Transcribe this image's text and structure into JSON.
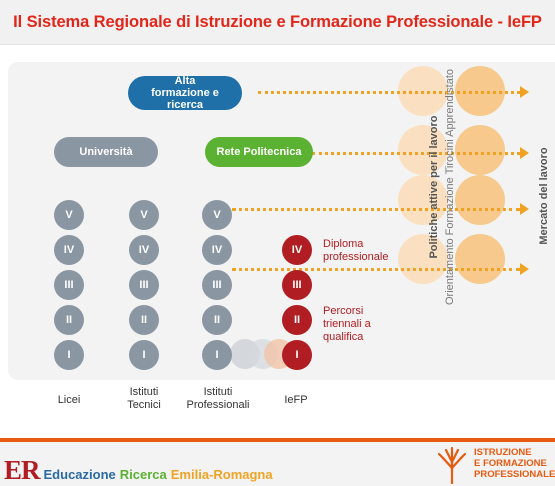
{
  "title": "Il Sistema Regionale di Istruzione e Formazione Professionale - IeFP",
  "top_boxes": {
    "alta_formazione": "Alta formazione e ricerca",
    "universita": "Università",
    "rete_politecnica": "Rete Politecnica"
  },
  "levels": [
    "V",
    "IV",
    "III",
    "II",
    "I"
  ],
  "iefp_levels": [
    "IV",
    "III",
    "II",
    "I"
  ],
  "columns": [
    "Licei",
    "Istituti Tecnici",
    "Istituti Professionali",
    "IeFP"
  ],
  "annotations": {
    "diploma": "Diploma professionale",
    "percorsi": "Percorsi triennali a qualifica"
  },
  "vertical_labels": {
    "politiche": "Politiche attive per il lavoro",
    "orientamento": "Orientamento Formazione Tirocini Apprendistato",
    "mercato": "Mercato del lavoro"
  },
  "footer": {
    "er": "ER",
    "word1": "Educazione",
    "word2": "Ricerca",
    "word3": "Emilia-Romagna",
    "logo_line1": "ISTRUZIONE",
    "logo_line2": "E FORMAZIONE",
    "logo_line3": "PROFESSIONALE"
  },
  "colors": {
    "title_red": "#e2261a",
    "blue": "#1f6fa8",
    "green": "#5bb232",
    "grey_circle": "#8b96a3",
    "dark_red": "#b01d22",
    "orange": "#f0a323"
  }
}
